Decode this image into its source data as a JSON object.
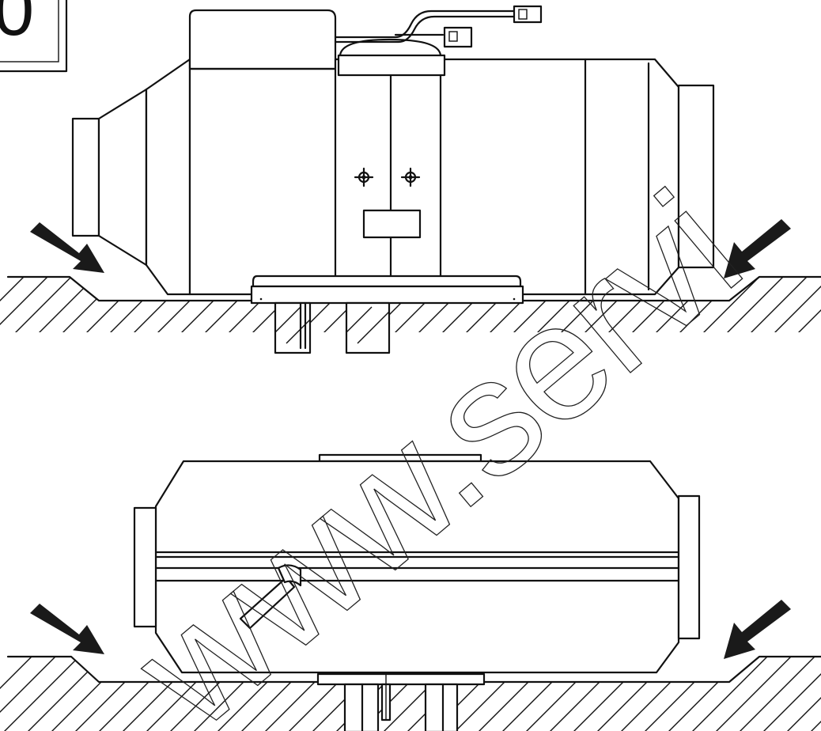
{
  "figure": {
    "label_fragment": "0",
    "watermark": "www.servi",
    "colors": {
      "line": "#111111",
      "arrow": "#1a1a1a",
      "background": "#ffffff"
    },
    "top_view": {
      "arrows": [
        "arrow-left",
        "arrow-right"
      ]
    },
    "bottom_view": {
      "arrows": [
        "arrow-left",
        "arrow-right"
      ]
    }
  }
}
